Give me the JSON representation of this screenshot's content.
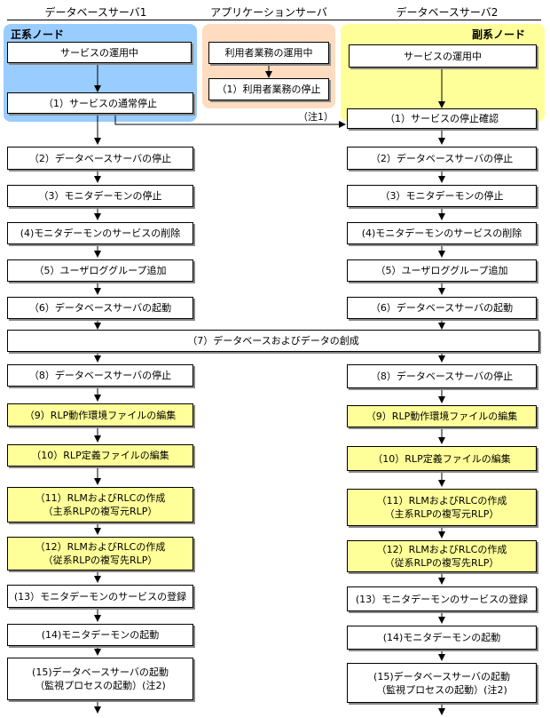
{
  "headers": {
    "col1": "データベースサーバ1",
    "col2": "アプリケーションサーバ",
    "col3": "データベースサーバ2"
  },
  "regions": {
    "primary": {
      "label": "正系ノード",
      "color": "#99ccff"
    },
    "app": {
      "color": "#ffdcc0"
    },
    "secondary": {
      "label": "副系ノード",
      "color": "#ffff99"
    }
  },
  "colors": {
    "step_highlight": "#ffff99",
    "step_default": "#ffffff"
  },
  "note1": "（注1）",
  "left": {
    "service_running": "サービスの運用中",
    "s1": "（1）サービスの通常停止",
    "s2": "（2）データベースサーバの停止",
    "s3": "（3）モニタデーモンの停止",
    "s4": "(4)モニタデーモンのサービスの削除",
    "s5": "（5）ユーザロググループ追加",
    "s6": "（6）データベースサーバの起動",
    "s8": "（8）データベースサーバの停止",
    "s9": "（9）RLP動作環境ファイルの編集",
    "s10": "（10）RLP定義ファイルの編集",
    "s11": "（11）RLMおよびRLCの作成\n（主系RLPの複写元RLP）",
    "s12": "（12）RLMおよびRLCの作成\n（従系RLPの複写先RLP）",
    "s13": "(13）モニタデーモンのサービスの登録",
    "s14": "(14)モニタデーモンの起動",
    "s15": "(15)データベースサーバの起動\n（監視プロセスの起動）(注2)"
  },
  "app": {
    "running": "利用者業務の運用中",
    "s1": "（1）利用者業務の停止"
  },
  "shared": {
    "s7": "（7）データベースおよびデータの創成"
  },
  "right": {
    "service_running": "サービスの運用中",
    "s1": "（1）サービスの停止確認",
    "s2": "（2）データベースサーバの停止",
    "s3": "（3）モニタデーモンの停止",
    "s4": "(4)モニタデーモンのサービスの削除",
    "s5": "（5）ユーザロググループ追加",
    "s6": "（6）データベースサーバの起動",
    "s8": "（8）データベースサーバの停止",
    "s9": "（9）RLP動作環境ファイルの編集",
    "s10": "（10）RLP定義ファイルの編集",
    "s11": "（11）RLMおよびRLCの作成\n（主系RLPの複写元RLP）",
    "s12": "（12）RLMおよびRLCの作成\n（従系RLPの複写先RLP）",
    "s13": "(13）モニタデーモンのサービスの登録",
    "s14": "(14)モニタデーモンの起動",
    "s15": "(15)データベースサーバの起動\n（監視プロセスの起動）(注2)"
  }
}
